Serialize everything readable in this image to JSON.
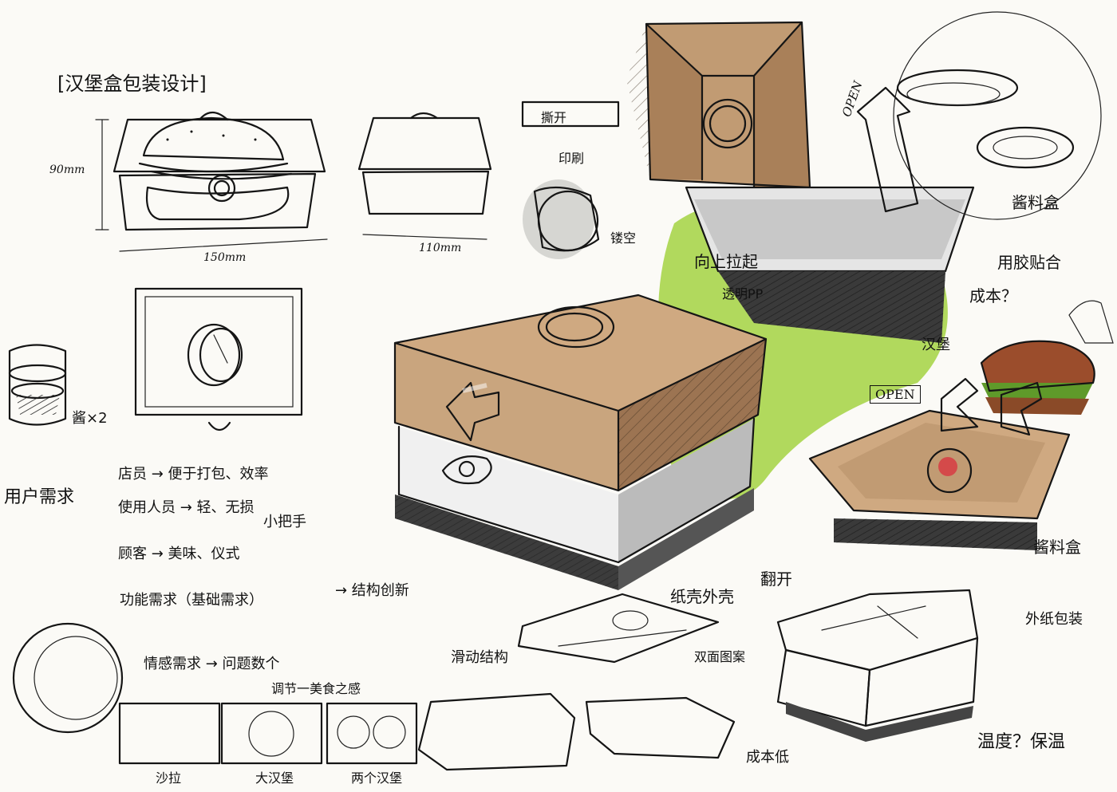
{
  "title": "[汉堡盒包装设计]",
  "dims": {
    "height": "90mm",
    "length": "150mm",
    "width": "110mm"
  },
  "labels": {
    "ketchup_x2": "酱×2",
    "sauce_lid": "酱料盒",
    "glue": "用胶贴合",
    "cost": "成本？",
    "burger": "汉堡",
    "open_1": "OPEN",
    "open_2": "OPEN",
    "pull_up": "向上拉起",
    "transparent_pp": "透明PP",
    "printing": "印刷",
    "hollow": "镂空",
    "tear": "撕开",
    "flip_open": "翻开",
    "sauce_box": "酱料盒",
    "small_handle": "小把手",
    "paper_shell": "纸壳外壳",
    "outer_wrap": "外纸包装",
    "slide": "滑动结构",
    "double_pattern": "双面图案",
    "cost_paper": "成本低",
    "sandwich": "沙拉",
    "big_burger": "大汉堡",
    "two_burgers": "两个汉堡",
    "temp": "温度？保温"
  },
  "needs_block": {
    "heading": "用户需求",
    "lines": [
      "店员 → 便于打包、效率",
      "使用人员 → 轻、无损",
      "顾客 → 美味、仪式"
    ],
    "function_line": "功能需求（基础需求）",
    "structure": "→ 结构创新",
    "emotion_line": "情感需求 → 问题数个",
    "emotion_sub": "调节一美食之感"
  },
  "colors": {
    "kraft": "#c9a57e",
    "kraft_dark": "#9c7452",
    "green": "#a7d44a",
    "yellow": "#f6c21c",
    "grey": "#7a7a7a",
    "ink": "#151515"
  }
}
